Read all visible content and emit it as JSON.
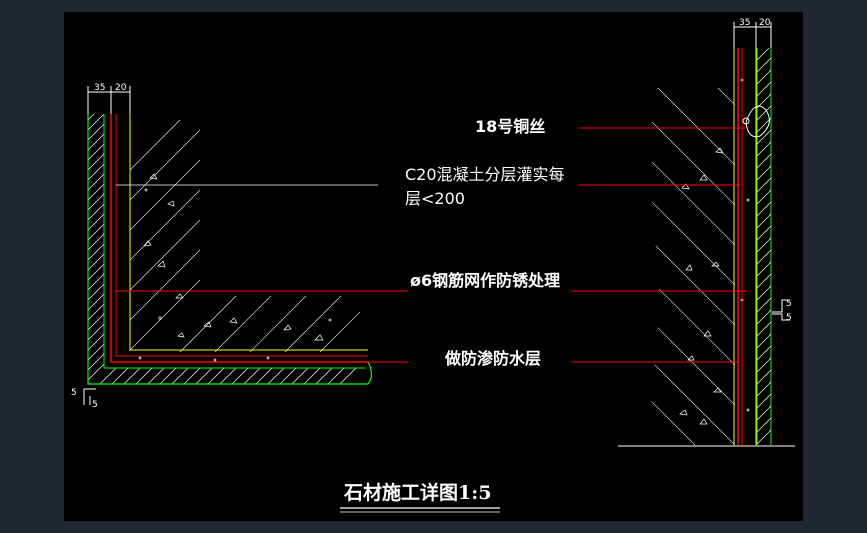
{
  "drawing": {
    "title": "石材施工详图1:5",
    "labels": {
      "wire": "18号铜丝",
      "concrete_line1": "C20混凝土分层灌实每",
      "concrete_line2": "层<200",
      "rebar": "ø6钢筋网作防锈处理",
      "waterproof": "做防渗防水层"
    },
    "dimensions": {
      "left_a": "35",
      "left_b": "20",
      "right_a": "35",
      "right_b": "20",
      "small_left": "5",
      "small_right": "5"
    }
  },
  "colors": {
    "background": "#000000",
    "frame": "#212830",
    "leader": "#ff0000",
    "stone": "#ffff00",
    "finish": "#00ff00",
    "hatch": "#ffffff"
  }
}
